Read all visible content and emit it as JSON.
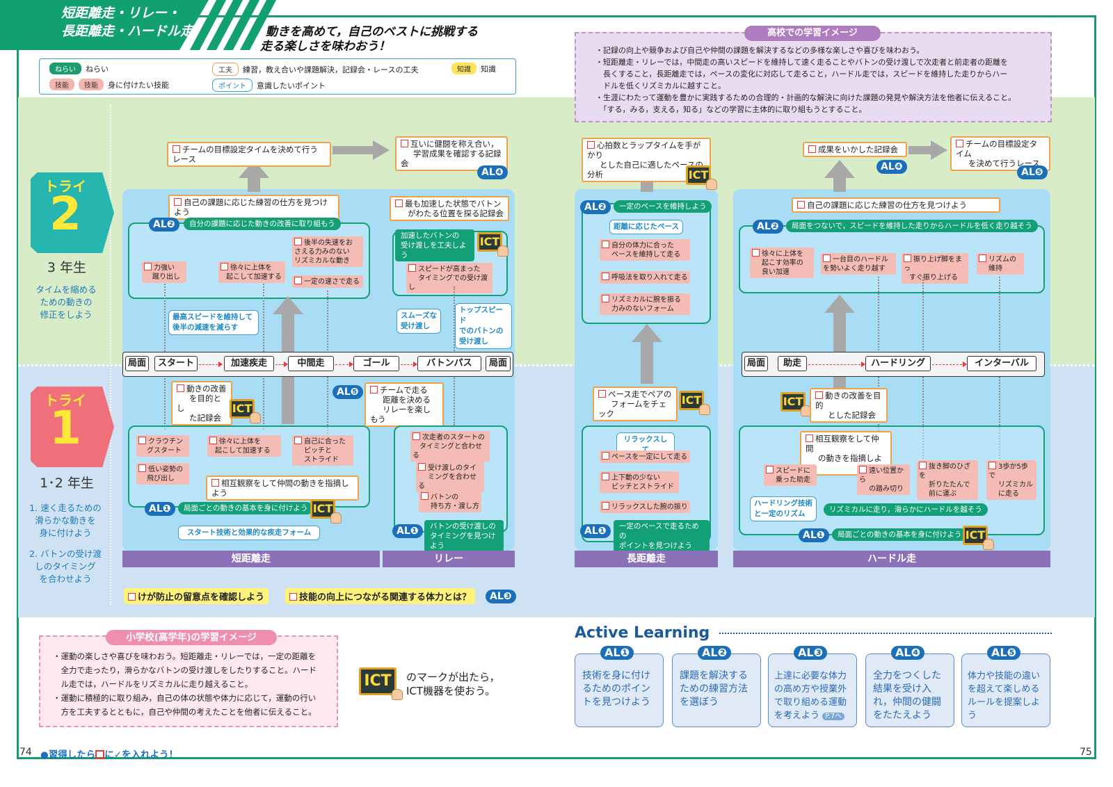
{
  "header": {
    "title_line1": "短距離走・リレー・",
    "title_line2": "長距離走・ハードル走",
    "catch_line1": "動きを高めて，自己のベストに挑戦する",
    "catch_line2": "走る楽しさを味わおう！"
  },
  "legend": {
    "aim_chip": "ねらい",
    "aim_text": "ねらい",
    "skill_chip1": "技能",
    "skill_chip2": "技能",
    "skill_text": "身に付けたい技能",
    "kufu_chip": "工夫",
    "kufu_text": "練習，教え合いや課題解決，記録会・レースの工夫",
    "point_chip": "ポイント",
    "point_text": "意識したいポイント",
    "know_chip": "知識",
    "know_text": "知識"
  },
  "highschool": {
    "title": "高校での学習イメージ",
    "lines": [
      "・記録の向上や競争および自己や仲間の課題を解決するなどの多様な楽しさや喜びを味わおう。",
      "・短距離走・リレーでは，中間走の高いスピードを維持して速く走ることやバトンの受け渡しで次走者と前走者の距離を",
      "　長くすること，長距離走では，ペースの変化に対応して走ること，ハードル走では，スピードを維持した走りからハー",
      "　ドルを低くリズミカルに越すこと。",
      "・生涯にわたって運動を豊かに実践するための合理的・計画的な解決に向けた課題の発見や解決方法を他者に伝えること。",
      "　「する，みる，支える，知る」などの学習に主体的に取り組もうとすること。"
    ]
  },
  "try2": {
    "label": "トライ",
    "num": "2",
    "grade": "3 年生",
    "aim": [
      "タイムを縮める",
      "ための動きの",
      "修正をしよう"
    ]
  },
  "try1": {
    "label": "トライ",
    "num": "1",
    "grade": "1･2 年生",
    "aim1": [
      "1. 速く走るための",
      "滑らかな動きを",
      "身に付けよう"
    ],
    "aim2": [
      "2. バトンの受け渡",
      "しのタイミング",
      "を合わせよう"
    ]
  },
  "al": {
    "1": "AL❶",
    "2": "AL❷",
    "3": "AL❸",
    "4": "AL❹",
    "5": "AL❺"
  },
  "ict": "ICT",
  "sprint": {
    "race": "チームの目標設定タイムを決めて行うレース",
    "praise": [
      "互いに健闘を称え合い，",
      "学習成果を確認する記録会"
    ],
    "t2_top": "自己の課題に応じた練習の仕方を見つけよう",
    "t2_green": "自分の課題に応じた動きの改善に取り組もう",
    "t2_p1": [
      "力強い",
      "蹴り出し"
    ],
    "t2_p2": [
      "徐々に上体を",
      "起こして加速する"
    ],
    "t2_p3": [
      "後半の失速をお",
      "さえる力みのない",
      "リズミカルな動き"
    ],
    "t2_p4": "一定の速さで走る",
    "t2_point": [
      "最高スピードを維持して",
      "後半の減速を減らす"
    ],
    "phase_label": "局面",
    "phases": [
      "スタート",
      "加速疾走",
      "中間走",
      "ゴール"
    ],
    "t1_rec": [
      "動きの改善",
      "を目的とし",
      "た記録会"
    ],
    "t1_p1": [
      "クラウチン",
      "グスタート"
    ],
    "t1_p2": [
      "徐々に上体を",
      "起こして加速する"
    ],
    "t1_p3": [
      "自己に合った",
      "ピッチと",
      "ストライド"
    ],
    "t1_p4": [
      "低い姿勢の",
      "飛び出し"
    ],
    "t1_obs": "相互観察をして仲間の動きを指摘しよう",
    "t1_green": "局面ごとの動きの基本を身に付けよう",
    "t1_point": "スタート技術と効果的な疾走フォーム",
    "cat": "短距離走"
  },
  "relay": {
    "t2_top": [
      "最も加速した状態でバトン",
      "がわたる位置を探る記録会"
    ],
    "t2_green": [
      "加速したバトンの",
      "受け渡しを工夫しよう"
    ],
    "t2_p1": [
      "スピードが高まった",
      "タイミングでの受け渡し"
    ],
    "point1": [
      "スムーズな",
      "受け渡し"
    ],
    "point2": [
      "トップスピード",
      "でのバトンの",
      "受け渡し"
    ],
    "phase": "バトンパス",
    "phase_label": "局面",
    "t1_top": [
      "チームで走る",
      "距離を決める",
      "リレーを楽しもう"
    ],
    "t1_p1": [
      "次走者のスタートの",
      "タイミングと合わせる"
    ],
    "t1_p2": [
      "受け渡しのタイ",
      "ミングを合わせる"
    ],
    "t1_p3": [
      "バトンの",
      "持ち方・渡し方"
    ],
    "t1_green": [
      "バトンの受け渡しの",
      "タイミングを見つけよう"
    ],
    "cat": "リレー"
  },
  "long": {
    "top": [
      "心拍数とラップタイムを手がかり",
      "とした自己に適したペースの分析"
    ],
    "t2_green": "一定のペースを維持しよう",
    "t2_point": "距離に応じたペース",
    "t2_p1": [
      "自分の体力に合った",
      "ペースを維持して走る"
    ],
    "t2_p2": "呼吸法を取り入れて走る",
    "t2_p3": [
      "リズミカルに腕を振る",
      "力みのないフォーム"
    ],
    "t1_top": [
      "ペース走でペアの",
      "フォームをチェック"
    ],
    "t1_point": "リラックスして",
    "t1_p1": "ペースを一定にして走る",
    "t1_p2": [
      "上下動の少ない",
      "ピッチとストライド"
    ],
    "t1_p3": "リラックスした腕の振り",
    "t1_green": [
      "一定のペースで走るための",
      "ポイントを見つけよう"
    ],
    "cat": "長距離走"
  },
  "hurdle": {
    "race": "成果をいかした記録会",
    "goal": [
      "チームの目標設定タイム",
      "を決めて行うレース"
    ],
    "t2_top": "自己の課題に応じた練習の仕方を見つけよう",
    "t2_green": "局面をつないで，スピードを維持した走りからハードルを低く走り越そう",
    "t2_p1": [
      "徐々に上体を",
      "起こす効率の",
      "良い加速"
    ],
    "t2_p2": [
      "一台目のハードル",
      "を勢いよく走り越す"
    ],
    "t2_p3": [
      "振り上げ脚をまっ",
      "すぐ振り上げる"
    ],
    "t2_p4": [
      "リズムの",
      "維持"
    ],
    "phase_label": "局面",
    "phases": [
      "助走",
      "ハードリング",
      "インターバル"
    ],
    "t1_rec": [
      "動きの改善を目的",
      "とした記録会"
    ],
    "t1_obs": [
      "相互観察をして仲間",
      "の動きを指摘しよう"
    ],
    "t1_p1": [
      "スピードに",
      "乗った助走"
    ],
    "t1_p2": [
      "遠い位置から",
      "の踏み切り"
    ],
    "t1_p3": [
      "抜き脚のひざを",
      "折りたたんで",
      "前に運ぶ"
    ],
    "t1_p4": [
      "3歩か5歩で",
      "リズミカル",
      "に走る"
    ],
    "t1_point": [
      "ハードリング技術",
      "と一定のリズム"
    ],
    "t1_green2": "リズミカルに走り，滑らかにハードルを越そう",
    "t1_green": "局面ごとの動きの基本を身に付けよう",
    "cat": "ハードル走"
  },
  "knowledge": {
    "k1": "けが防止の留意点を確認しよう",
    "k2": "技能の向上につながる関連する体力とは？"
  },
  "elementary": {
    "title": "小学校(高学年)の学習イメージ",
    "lines": [
      "・運動の楽しさや喜びを味わおう。短距離走・リレーでは，一定の距離を",
      "　全力で走ったり，滑らかなバトンの受け渡しをしたりすること。ハード",
      "　ル走では，ハードルをリズミカルに走り越えること。",
      "・運動に積極的に取り組み，自己の体の状態や体力に応じて，運動の行い",
      "　方を工夫するとともに，自己や仲間の考えたことを他者に伝えること。"
    ]
  },
  "ict_note": [
    "のマークが出たら，",
    "ICT機器を使おう。"
  ],
  "active_learning": {
    "title": "Active Learning",
    "cards": [
      {
        "lines": [
          "技術を身に付け",
          "るためのポイン",
          "トを見つけよう"
        ]
      },
      {
        "lines": [
          "課題を解決する",
          "ための練習方法",
          "を選ぼう"
        ]
      },
      {
        "lines": [
          "上達に必要な体力",
          "の高め方や授業外",
          "で取り組める運動",
          "を考えよう"
        ],
        "ref": "P.7へ"
      },
      {
        "lines": [
          "全力をつくした",
          "結果を受け入",
          "れ，仲間の健闘",
          "をたたえよう"
        ]
      },
      {
        "lines": [
          "体力や技能の違い",
          "を超えて楽しめる",
          "ルールを提案しよ",
          "う"
        ]
      }
    ]
  },
  "footer": {
    "left_page": "74",
    "right_page": "75",
    "note_pre": "●習得したら",
    "note_post": "に✓を入れよう！"
  },
  "colors": {
    "green": "#1a9c6c",
    "try2": "#27b5b0",
    "try1": "#ef6f7a",
    "al_blue": "#1a6fb8",
    "category": "#8b72b8"
  }
}
